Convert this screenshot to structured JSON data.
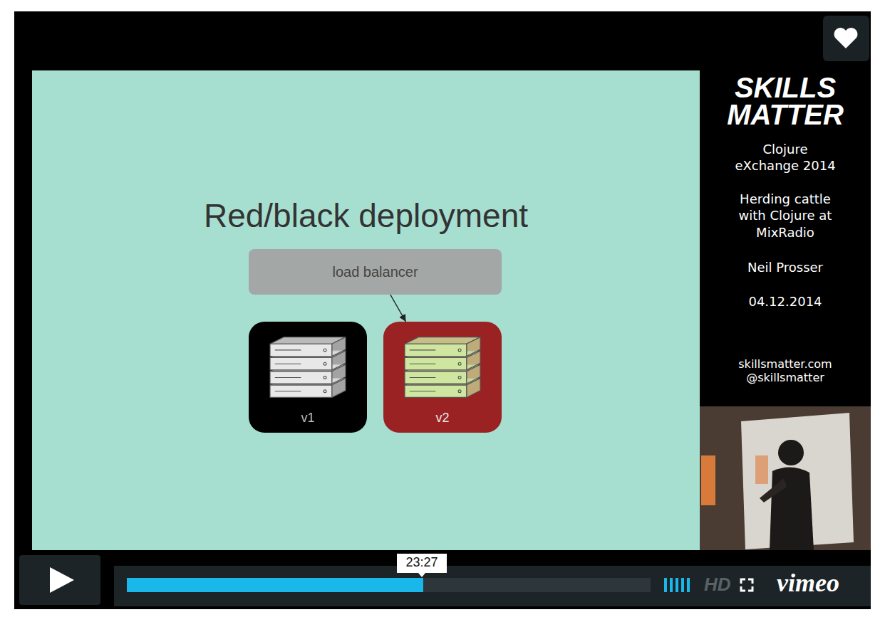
{
  "diagram": {
    "title": "Red/black deployment",
    "nodes": [
      {
        "text": [
          "load balancer"
        ]
      },
      {
        "text": [
          "v1"
        ]
      },
      {
        "text": [
          "v2"
        ]
      }
    ],
    "edges": [
      {
        "from": 0,
        "to": 2,
        "arrow": "to"
      }
    ],
    "labels": [
      "SKILLS MATTER",
      "Clojure eXchange 2014",
      "Herding cattle with Clojure at MixRadio",
      "Neil Prosser",
      "04.12.2014",
      "skillsmatter.com",
      "@skillsmatter",
      "23:27",
      "HD",
      "vimeo"
    ]
  }
}
